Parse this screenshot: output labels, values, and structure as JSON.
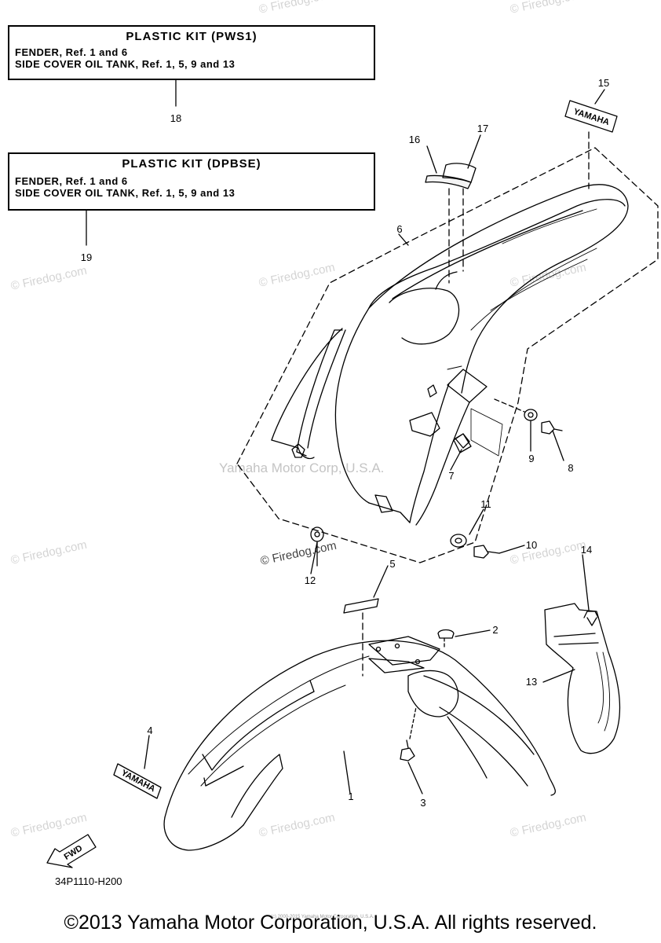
{
  "kits": [
    {
      "title": "PLASTIC KIT (PWS1)",
      "line1": "FENDER, Ref. 1 and 6",
      "line2": "SIDE COVER OIL TANK, Ref. 1, 5, 9 and 13",
      "ref": "18"
    },
    {
      "title": "PLASTIC KIT (DPBSE)",
      "line1": "FENDER, Ref. 1 and 6",
      "line2": "SIDE COVER OIL TANK, Ref. 1, 5, 9 and 13",
      "ref": "19"
    }
  ],
  "callouts": [
    "1",
    "2",
    "3",
    "4",
    "5",
    "6",
    "7",
    "8",
    "9",
    "10",
    "11",
    "12",
    "13",
    "14",
    "15",
    "16",
    "17"
  ],
  "decals": {
    "front": "YAMAHA",
    "rear": "YAMAHA",
    "fwd": "FWD"
  },
  "watermarks": {
    "site": "© Firedog.com",
    "center": "Yamaha Motor Corp, U.S.A."
  },
  "diagram_code": "34P1110-H200",
  "copyright": "©2013 Yamaha Motor Corporation, U.S.A. All rights reserved.",
  "fine_print": "(c) 2000-2015 Yamaha Motor Corporation, U.S.A."
}
